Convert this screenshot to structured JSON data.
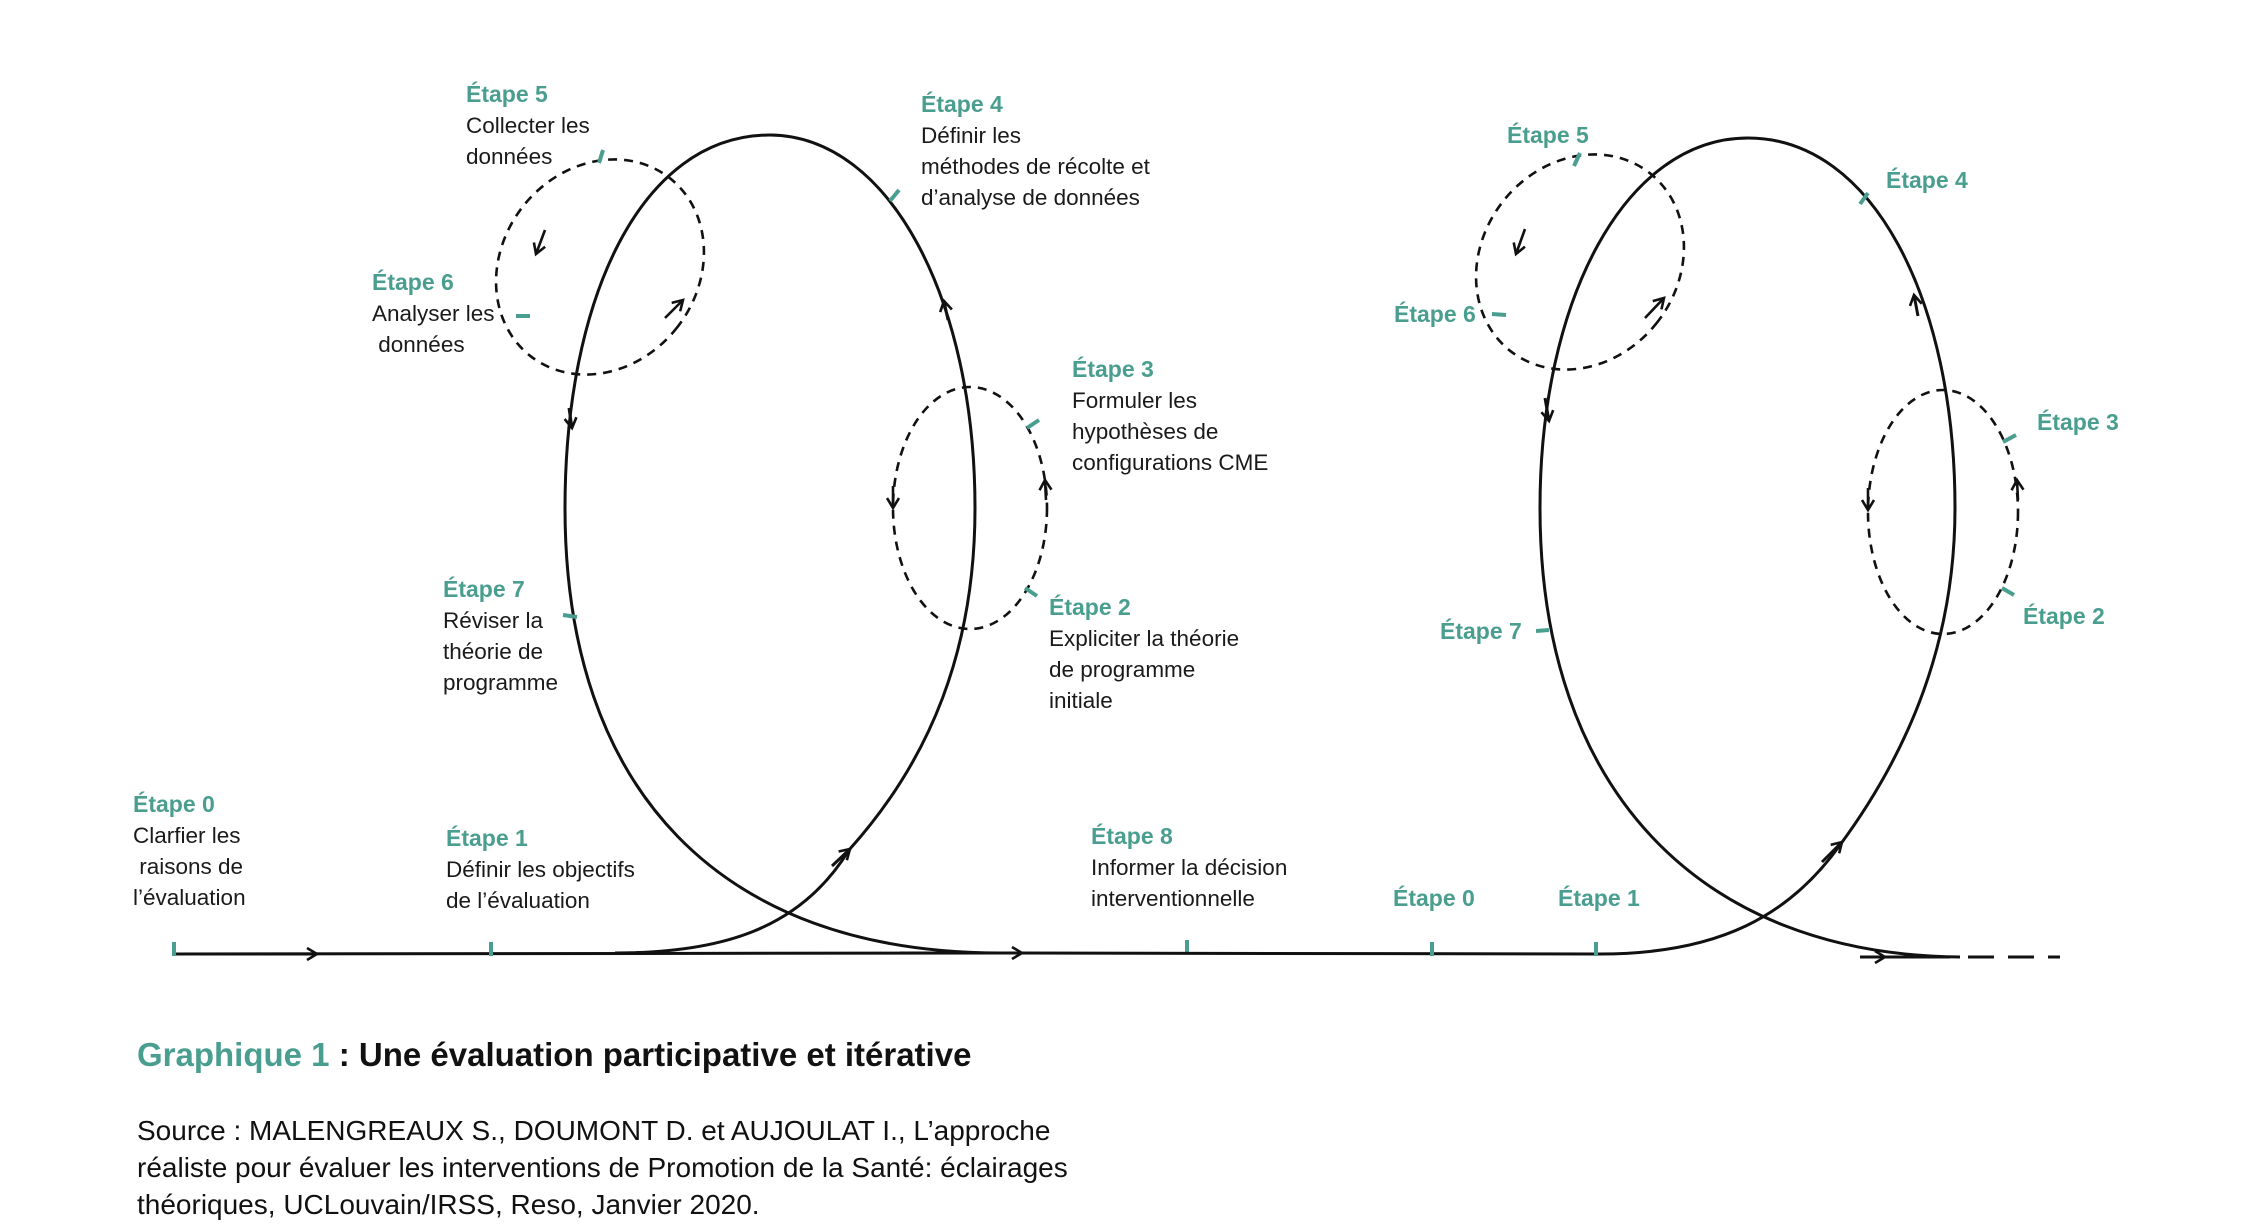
{
  "colors": {
    "accent": "#4a9e8f",
    "line": "#111111"
  },
  "steps_left": {
    "s0": {
      "title": "Étape  0",
      "desc": [
        "Clarfier les",
        " raisons de",
        "l’évaluation"
      ]
    },
    "s1": {
      "title": "Étape 1",
      "desc": [
        "Définir les objectifs",
        "de l’évaluation"
      ]
    },
    "s2": {
      "title": "Étape 2",
      "desc": [
        "Expliciter la théorie",
        "de programme",
        "initiale"
      ]
    },
    "s3": {
      "title": "Étape 3",
      "desc": [
        "Formuler les",
        "hypothèses de",
        "configurations CME"
      ]
    },
    "s4": {
      "title": "Étape 4",
      "desc": [
        "Définir les",
        "méthodes de récolte et",
        "d’analyse de données"
      ]
    },
    "s5": {
      "title": "Étape 5",
      "desc": [
        "Collecter les",
        "données"
      ]
    },
    "s6": {
      "title": "Étape 6",
      "desc": [
        "Analyser les",
        " données"
      ]
    },
    "s7": {
      "title": "Étape 7",
      "desc": [
        "Réviser la",
        "théorie de",
        "programme"
      ]
    },
    "s8": {
      "title": "Étape 8",
      "desc": [
        "Informer la décision",
        "interventionnelle"
      ]
    }
  },
  "steps_right": {
    "s0": "Étape 0",
    "s1": "Étape 1",
    "s2": "Étape 2",
    "s3": "Étape 3",
    "s4": "Étape 4",
    "s5": "Étape 5",
    "s6": "Étape 6",
    "s7": "Étape 7"
  },
  "caption": {
    "label": "Graphique 1",
    "title": " : Une évaluation participative et itérative",
    "source": "Source :  MALENGREAUX S., DOUMONT D. et AUJOULAT I., L’approche réaliste pour évaluer les interventions de Promotion de la Santé: éclairages théoriques, UCLouvain/IRSS, Reso, Janvier 2020."
  }
}
